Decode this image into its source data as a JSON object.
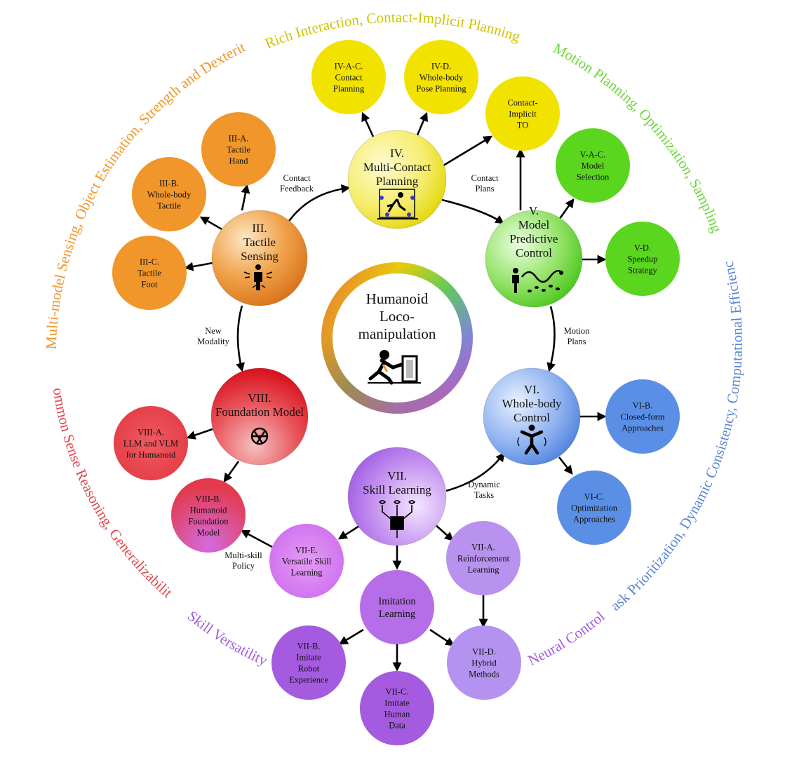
{
  "center": {
    "lines": [
      "Humanoid",
      "Loco-",
      "manipulation"
    ]
  },
  "arc_labels": {
    "top": "Rich Interaction, Contact-Implicit Planning",
    "top_right": "Motion Planning, Optimization, Sampling",
    "right": "Task Prioritization, Dynamic Consistency, Computational Efficiency",
    "bottom_right": "Neural Control",
    "bottom_left": "Skill Versatility",
    "left_lower": "Common Sense Reasoning, Generalizability",
    "left_upper": "Multi-model Sensing, Object Estimation, Strength and Dexterity"
  },
  "colors": {
    "tactile": "#f0962a",
    "contact": "#f2e200",
    "mpc": "#5ad61e",
    "wbc": "#5b8fe6",
    "skill": "#b06ee8",
    "foundation": "#e23640",
    "arc_orange": "#f0962a",
    "arc_yellow": "#cfc400",
    "arc_green": "#6fd63c",
    "arc_blue": "#5a86d6",
    "arc_purple": "#a45be0",
    "arc_red": "#e0484e"
  },
  "nodes": {
    "tactile_sensing": [
      "III.",
      "Tactile",
      "Sensing"
    ],
    "tactile_hand": [
      "III-A.",
      "Tactile",
      "Hand"
    ],
    "wholebody_tactile": [
      "III-B.",
      "Whole-body",
      "Tactile"
    ],
    "tactile_foot": [
      "III-C.",
      "Tactile",
      "Foot"
    ],
    "multi_contact": [
      "IV.",
      "Multi-Contact",
      "Planning"
    ],
    "contact_planning": [
      "IV-A-C.",
      "Contact",
      "Planning"
    ],
    "wholebody_pose": [
      "IV-D.",
      "Whole-body",
      "Pose Planning"
    ],
    "contact_implicit": [
      "Contact-",
      "Implicit",
      "TO"
    ],
    "mpc": [
      "V.",
      "Model",
      "Predictive",
      "Control"
    ],
    "model_selection": [
      "V-A-C.",
      "Model",
      "Selection"
    ],
    "speedup": [
      "V-D.",
      "Speedup",
      "Strategy"
    ],
    "wbc": [
      "VI.",
      "Whole-body",
      "Control"
    ],
    "closed_form": [
      "VI-B.",
      "Closed-form",
      "Approaches"
    ],
    "optimization": [
      "VI-C.",
      "Optimization",
      "Approaches"
    ],
    "skill_learning": [
      "VII.",
      "Skill Learning"
    ],
    "rl": [
      "VII-A.",
      "Reinforcement",
      "Learning"
    ],
    "imitation": [
      "Imitation",
      "Learning"
    ],
    "imitate_robot": [
      "VII-B.",
      "Imitate",
      "Robot",
      "Experience"
    ],
    "imitate_human": [
      "VII-C.",
      "Imitate",
      "Human",
      "Data"
    ],
    "hybrid": [
      "VII-D.",
      "Hybrid",
      "Methods"
    ],
    "versatile": [
      "VII-E.",
      "Versatile Skill",
      "Learning"
    ],
    "foundation": [
      "VIII.",
      "Foundation Model"
    ],
    "llm_vlm": [
      "VIII-A.",
      "LLM and VLM",
      "for Humanoid"
    ],
    "humanoid_fm": [
      "VIII-B.",
      "Humanoid",
      "Foundation",
      "Model"
    ]
  },
  "edge_labels": {
    "contact_feedback": [
      "Contact",
      "Feedback"
    ],
    "contact_plans": [
      "Contact",
      "Plans"
    ],
    "motion_plans": [
      "Motion",
      "Plans"
    ],
    "new_modality": [
      "New",
      "Modality"
    ],
    "dynamic_tasks": [
      "Dynamic",
      "Tasks"
    ],
    "multi_skill": [
      "Multi-skill",
      "Policy"
    ]
  }
}
